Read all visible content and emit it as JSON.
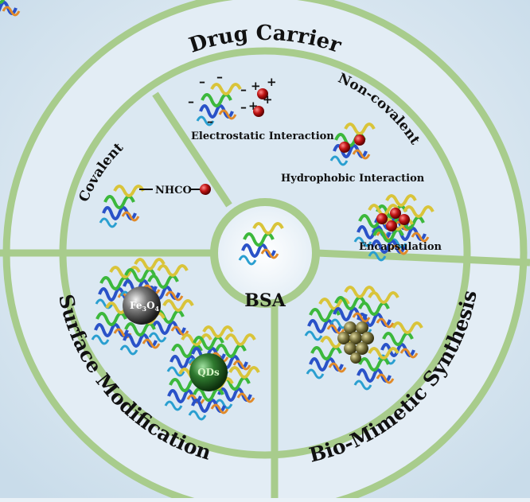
{
  "center": {
    "label": "BSA"
  },
  "ring": {
    "top": "Drug Carrier",
    "left": "Surface Modification",
    "right": "Bio-Mimetic Synthesis"
  },
  "inner": {
    "covalent": "Covalent",
    "non_covalent": "Non-covalent",
    "nhco": "NHCO",
    "electrostatic": "Electrostatic Interaction",
    "hydrophobic": "Hydrophobic Interaction",
    "encapsulation": "Encapsulation"
  },
  "particles": {
    "fe3o4": {
      "main": "Fe",
      "sub1": "3",
      "mid": "O",
      "sub2": "4"
    },
    "qds": "QDs"
  },
  "charges": {
    "minus": "–",
    "plus": "+"
  },
  "colors": {
    "ring_green": "#a8cc8c",
    "background": "#dde9f3",
    "drug_red": "#b01212",
    "magnetite": "#5a5a5a",
    "quantum_dot": "#2f7a2f",
    "gold_cluster": "#6f6a35"
  }
}
